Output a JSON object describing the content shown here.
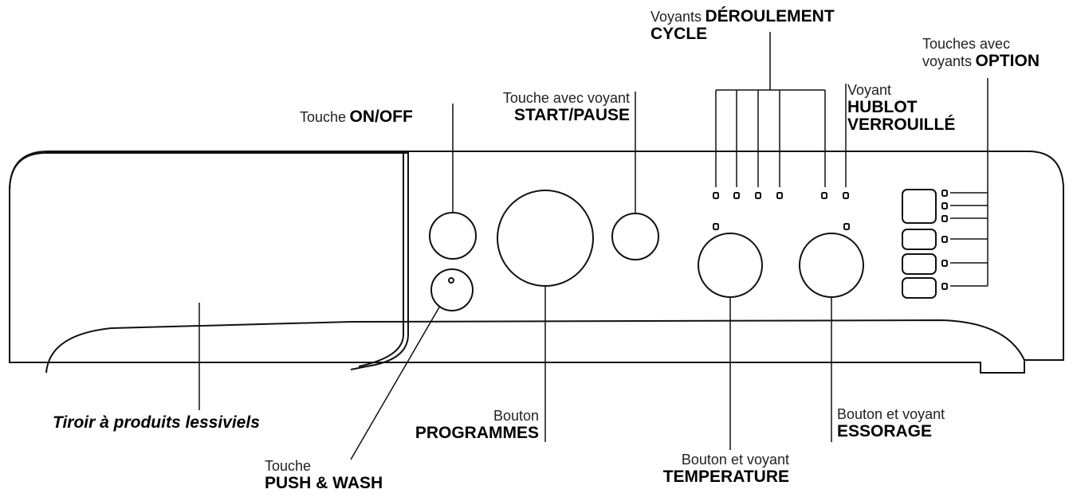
{
  "labels": {
    "cycle": {
      "prefix": "Voyants",
      "bold_line1": "DÉROULEMENT",
      "bold_line2": "CYCLE"
    },
    "option": {
      "line1": "Touches avec",
      "prefix": "voyants",
      "bold": "OPTION"
    },
    "onoff": {
      "prefix": "Touche",
      "bold": "ON/OFF"
    },
    "startpause": {
      "line1": "Touche avec voyant",
      "bold": "START/PAUSE"
    },
    "hublot": {
      "line1": "Voyant",
      "bold_line2": "HUBLOT",
      "bold_line3": "VERROUILLÉ"
    },
    "tiroir": {
      "text": "Tiroir à produits lessiviels"
    },
    "programmes": {
      "line1": "Bouton",
      "bold": "PROGRAMMES"
    },
    "pushwash": {
      "line1": "Touche",
      "bold": "PUSH & WASH"
    },
    "temperature": {
      "line1": "Bouton et voyant",
      "bold": "TEMPERATURE"
    },
    "essorage": {
      "line1": "Bouton et voyant",
      "bold": "ESSORAGE"
    }
  },
  "colors": {
    "stroke": "#111111",
    "background": "#ffffff"
  }
}
